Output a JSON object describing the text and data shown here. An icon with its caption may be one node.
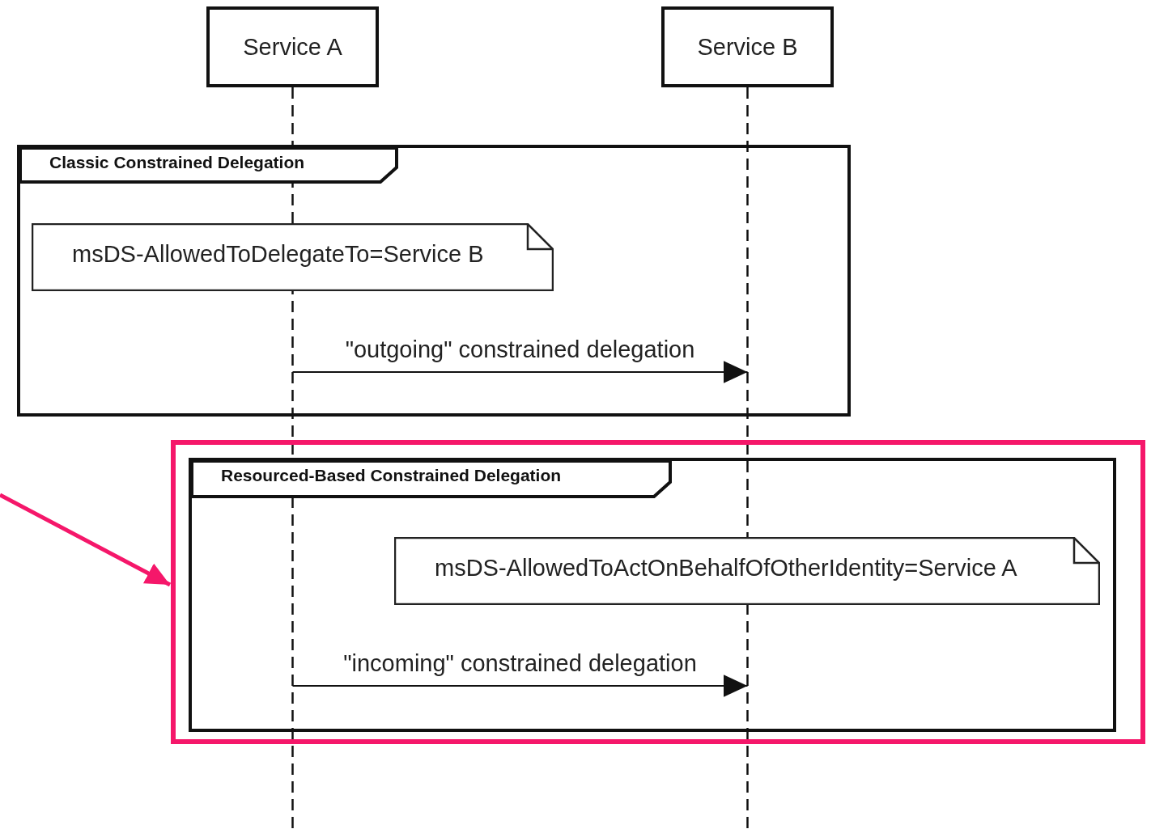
{
  "diagram": {
    "nodes": [
      {
        "text": [
          "Service A"
        ]
      },
      {
        "text": [
          "Service B"
        ]
      },
      {
        "text": [
          "Classic Constrained Delegation"
        ]
      },
      {
        "text": [
          "msDS-AllowedToDelegateTo=Service B"
        ],
        "in": 2
      },
      {
        "text": [],
        "shape": "box"
      },
      {
        "text": [
          "Resourced-Based Constrained Delegation"
        ],
        "in": 4
      },
      {
        "text": [
          "msDS-AllowedToActOnBehalfOfOtherIdentity=Service A"
        ],
        "in": 5
      }
    ],
    "edges": [
      {
        "from": 0,
        "to": 1,
        "arrow": "to",
        "label": "\"outgoing\" constrained delegation"
      },
      {
        "from": 0,
        "to": 1,
        "arrow": "to",
        "label": "\"incoming\" constrained delegation"
      },
      {
        "from": null,
        "to": 4,
        "arrow": "to",
        "style": "thick",
        "color": "#f5176a"
      }
    ]
  }
}
